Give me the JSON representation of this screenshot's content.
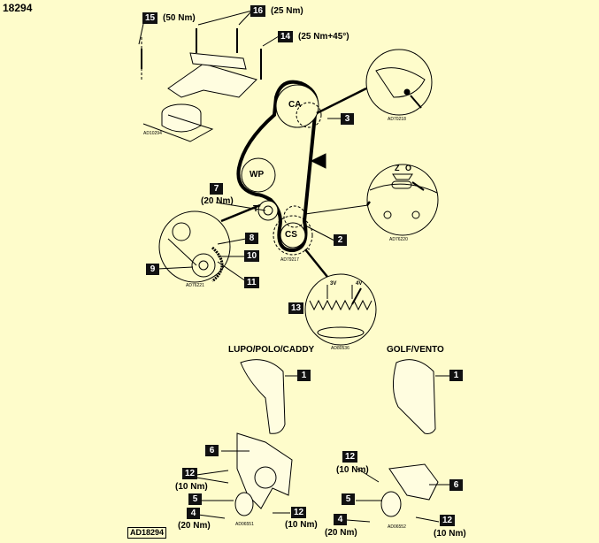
{
  "diagram_title": "18294",
  "figure_code": "AD18294",
  "sections": {
    "left": "LUPO/POLO/CADDY",
    "right": "GOLF/VENTO"
  },
  "pulleys": {
    "camshaft": "CA",
    "water_pump": "WP",
    "tensioner": "T",
    "crankshaft": "CS"
  },
  "callouts": [
    {
      "num": "15",
      "torque": "(50 Nm)"
    },
    {
      "num": "16",
      "torque": "(25 Nm)"
    },
    {
      "num": "14",
      "torque": "(25 Nm+45°)"
    },
    {
      "num": "3"
    },
    {
      "num": "7",
      "torque": "(20 Nm)"
    },
    {
      "num": "8"
    },
    {
      "num": "10"
    },
    {
      "num": "9"
    },
    {
      "num": "11"
    },
    {
      "num": "2"
    },
    {
      "num": "13"
    },
    {
      "num": "1"
    },
    {
      "num": "1"
    },
    {
      "num": "6"
    },
    {
      "num": "6"
    },
    {
      "num": "12",
      "torque": "(10 Nm)"
    },
    {
      "num": "12",
      "torque": "(10 Nm)"
    },
    {
      "num": "5"
    },
    {
      "num": "5"
    },
    {
      "num": "4",
      "torque": "(20 Nm)"
    },
    {
      "num": "12",
      "torque": "(10 Nm)"
    },
    {
      "num": "4",
      "torque": "(20 Nm)"
    },
    {
      "num": "12",
      "torque": "(10 Nm)"
    }
  ],
  "detail_labels": {
    "tdc_mark_z": "Z",
    "tdc_mark_o": "O",
    "mark_3v": "3V",
    "mark_4v": "4V",
    "dot": "•"
  },
  "ref_codes": [
    "AD10294",
    "AD70218",
    "AD76220",
    "AD79217",
    "AD76221",
    "AD80536",
    "AD06551",
    "AD06552"
  ]
}
